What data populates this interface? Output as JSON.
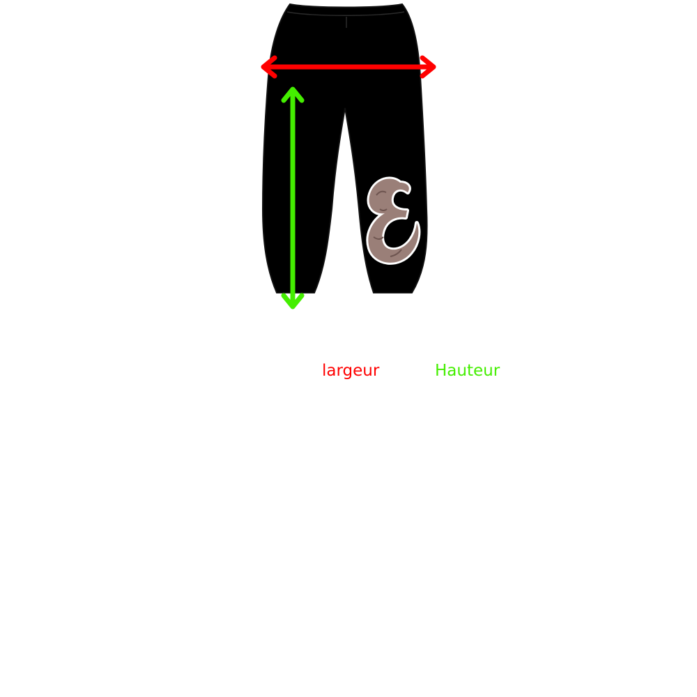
{
  "diagram": {
    "garment": "sweatpants",
    "garment_color": "#000000",
    "logo": {
      "letter": "E",
      "style": "script",
      "fill_color": "#9a7f78",
      "outline_color": "#ffffff"
    },
    "measurements": [
      {
        "key": "width",
        "label": "largeur",
        "color": "#ff0000",
        "orientation": "horizontal",
        "icon": "double-arrow-horizontal-icon"
      },
      {
        "key": "height",
        "label": "Hauteur",
        "color": "#44ee00",
        "orientation": "vertical",
        "icon": "double-arrow-vertical-icon"
      }
    ]
  }
}
